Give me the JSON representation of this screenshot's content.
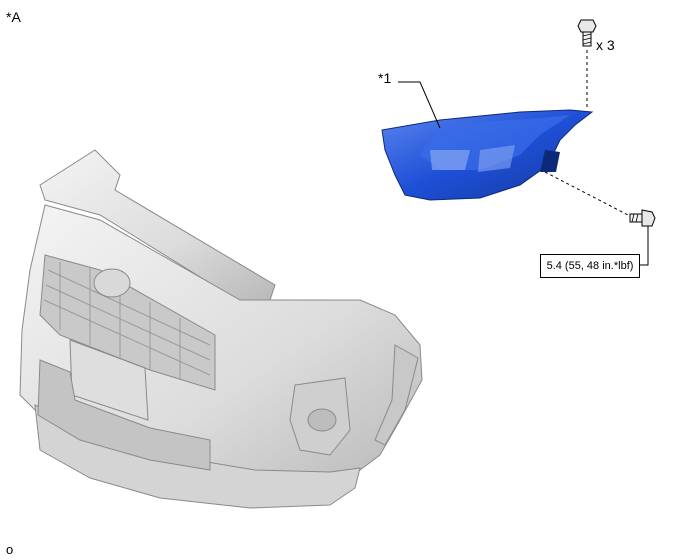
{
  "view_label": "*A",
  "part_callout": "*1",
  "bolt_qty": "x 3",
  "torque": "5.4 (55, 48 in.*lbf)",
  "figure_code": "o",
  "colors": {
    "headlamp": "#1f4fd6",
    "headlamp_light": "#5a86f0",
    "bumper": "#e2e2e2",
    "bumper_shade": "#bdbdbd",
    "line": "#000000"
  }
}
